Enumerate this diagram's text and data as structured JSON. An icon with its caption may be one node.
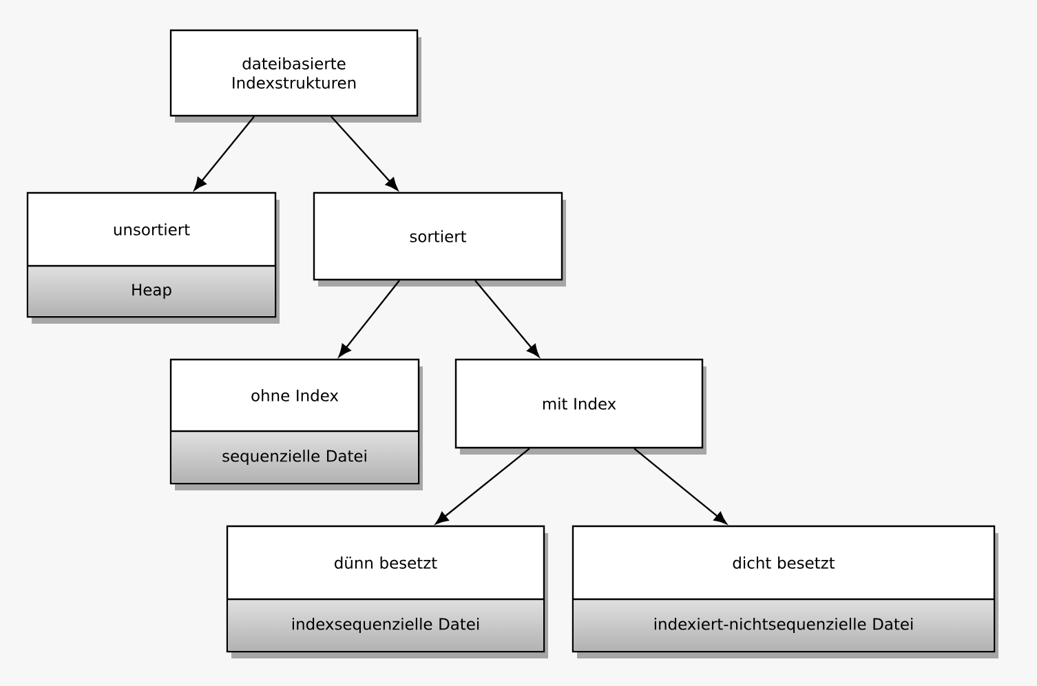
{
  "diagram": {
    "nodes": [
      {
        "text": [
          "dateibasierte Indexstrukturen"
        ]
      },
      {
        "text": [
          "unsortiert",
          "Heap"
        ]
      },
      {
        "text": [
          "sortiert"
        ]
      },
      {
        "text": [
          "ohne Index",
          "sequenzielle Datei"
        ]
      },
      {
        "text": [
          "mit Index"
        ]
      },
      {
        "text": [
          "dünn besetzt",
          "indexsequenzielle Datei"
        ]
      },
      {
        "text": [
          "dicht besetzt",
          "indexiert-nichtsequenzielle Datei"
        ]
      }
    ],
    "edges": [
      {
        "from": 0,
        "to": 1,
        "arrow": "to"
      },
      {
        "from": 0,
        "to": 2,
        "arrow": "to"
      },
      {
        "from": 2,
        "to": 3,
        "arrow": "to"
      },
      {
        "from": 2,
        "to": 4,
        "arrow": "to"
      },
      {
        "from": 4,
        "to": 5,
        "arrow": "to"
      },
      {
        "from": 4,
        "to": 6,
        "arrow": "to"
      }
    ]
  }
}
